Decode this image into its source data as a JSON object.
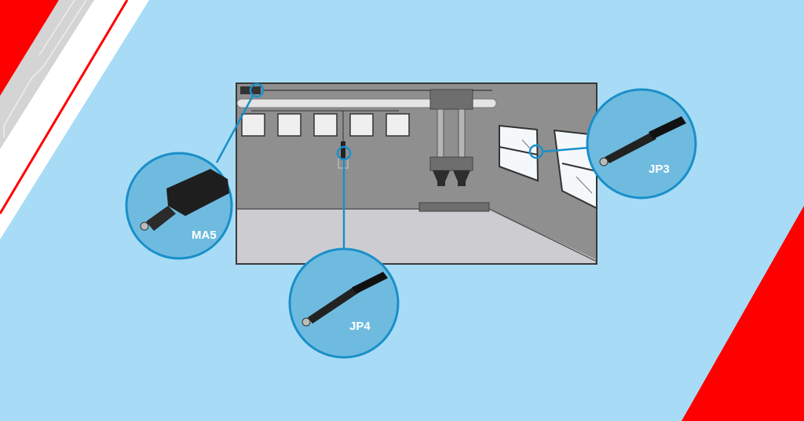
{
  "callouts": [
    {
      "label": "MA5",
      "product": "linear-actuator"
    },
    {
      "label": "JP4",
      "product": "linear-actuator"
    },
    {
      "label": "JP3",
      "product": "linear-actuator"
    }
  ],
  "colors": {
    "background": "#a8dcf6",
    "accent_red": "#ff0000",
    "callout_fill": "#6fbbe0",
    "callout_border": "#1a8fc9"
  }
}
